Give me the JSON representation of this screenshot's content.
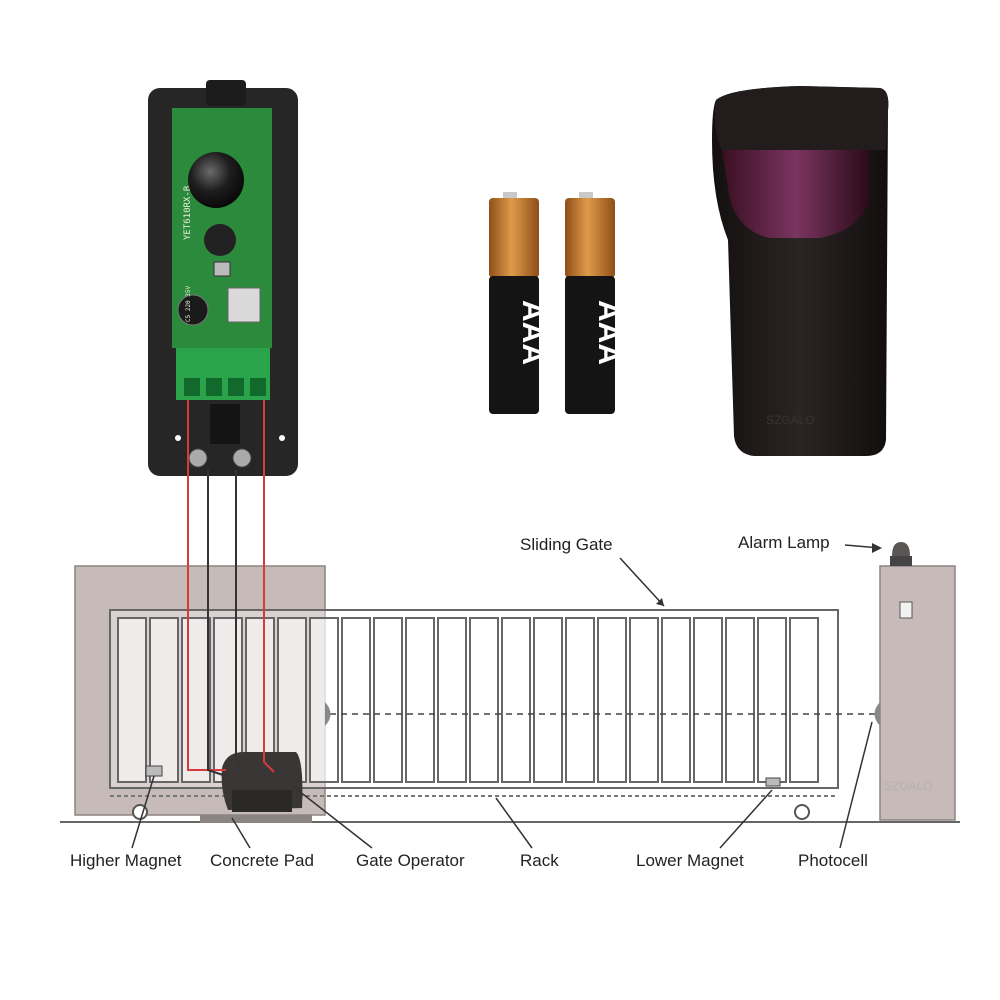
{
  "labels": {
    "sliding_gate": "Sliding Gate",
    "alarm_lamp": "Alarm Lamp",
    "higher_magnet": "Higher Magnet",
    "concrete_pad": "Concrete Pad",
    "gate_operator": "Gate Operator",
    "rack": "Rack",
    "lower_magnet": "Lower Magnet",
    "photocell": "Photocell"
  },
  "battery": {
    "label": "AAA",
    "count": 2
  },
  "receiver": {
    "board_code": "YET610RX-B",
    "capacitor": "C5 220 35V"
  },
  "watermark": "SZGALO",
  "colors": {
    "wall": "#c6bbb8",
    "gate_line": "#666666",
    "wire_red": "#d63a3a",
    "wire_black": "#333333",
    "pcb_green": "#2c8a3c",
    "terminal_green": "#2aa34a",
    "battery_copper": "#c8782a",
    "sensor_body": "#1e1a1a",
    "sensor_lens": "#5a1e3e"
  }
}
